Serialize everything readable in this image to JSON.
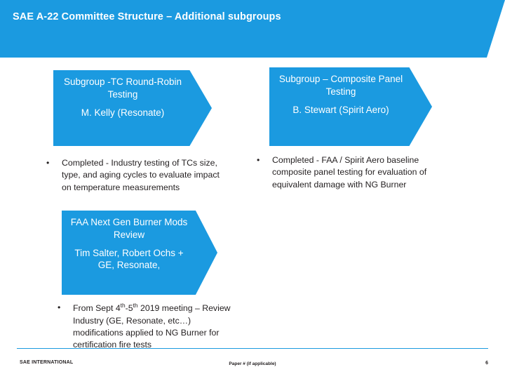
{
  "header": {
    "title": "SAE A-22 Committee Structure – Additional subgroups",
    "band_color": "#1b9ae0"
  },
  "chevrons": [
    {
      "name": "tc-round-robin",
      "line1": "Subgroup -TC Round-Robin Testing",
      "line2": "M. Kelly (Resonate)"
    },
    {
      "name": "composite-panel",
      "line1": "Subgroup – Composite Panel Testing",
      "line2": "B. Stewart (Spirit Aero)"
    },
    {
      "name": "faa-burner-mods",
      "line1": "FAA Next Gen Burner Mods Review",
      "line2": "Tim Salter, Robert Ochs + GE, Resonate,"
    }
  ],
  "bullets": [
    {
      "name": "tc-round-robin-bullet",
      "marker": "•",
      "text": "Completed - Industry testing of TCs size, type, and aging cycles to evaluate impact on temperature measurements"
    },
    {
      "name": "composite-panel-bullet",
      "marker": "•",
      "text": "Completed - FAA / Spirit Aero baseline composite panel testing for evaluation of equivalent damage with NG Burner"
    },
    {
      "name": "faa-burner-mods-bullet",
      "marker": "•",
      "text_pre": "From Sept 4",
      "sup1": "th",
      "text_mid": "-5",
      "sup2": "th",
      "text_post": " 2019 meeting – Review Industry (GE, Resonate, etc…) modifications applied to NG Burner for certification fire tests"
    }
  ],
  "footer": {
    "left": "SAE INTERNATIONAL",
    "center": "Paper # (if applicable)",
    "page": "6"
  }
}
